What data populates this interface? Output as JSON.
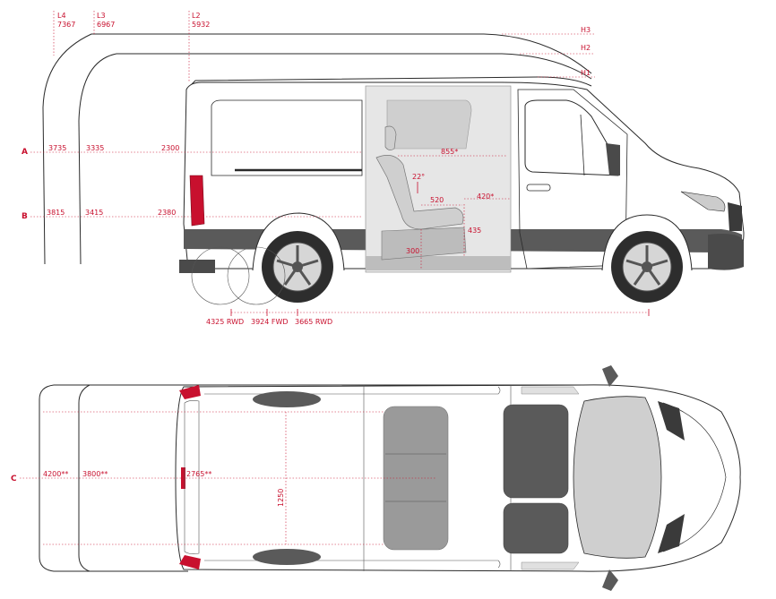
{
  "side_view": {
    "lengths": [
      {
        "id": "L4",
        "value": "7367"
      },
      {
        "id": "L3",
        "value": "6967"
      },
      {
        "id": "L2",
        "value": "5932"
      }
    ],
    "heights": [
      "H3",
      "H2",
      "H1"
    ],
    "rows": {
      "A": {
        "label": "A",
        "l4": "3735",
        "l3": "3335",
        "l2": "2300"
      },
      "B": {
        "label": "B",
        "l4": "3815",
        "l3": "3415",
        "l2": "2380"
      }
    },
    "interior": {
      "seat_depth": "855*",
      "angle": "22°",
      "seat_width": "520",
      "step_width": "420*",
      "seat_height": "435",
      "floor_height": "300"
    },
    "wheelbases": [
      "4325 RWD",
      "3924 FWD",
      "3665 RWD"
    ]
  },
  "top_view": {
    "row": {
      "label": "C",
      "l4": "4200**",
      "l3": "3800**",
      "l2": "2765**"
    },
    "width": "1250"
  },
  "colors": {
    "accent": "#c8102e",
    "body_dark": "#555555",
    "glass": "#cfcfcf",
    "seat": "#8a8a8a"
  }
}
